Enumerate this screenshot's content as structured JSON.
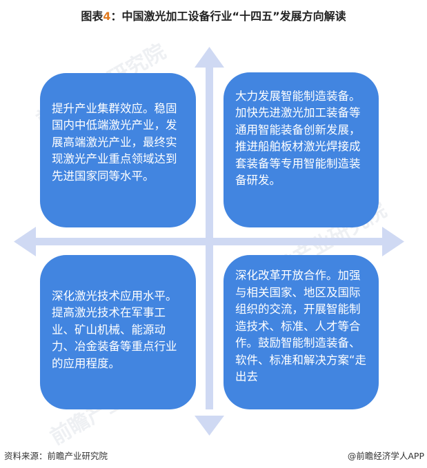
{
  "title": {
    "prefix": "图表",
    "number": "4",
    "text": "：中国激光加工设备行业“十四五”发展方向解读"
  },
  "colors": {
    "box_fill": "#4285e0",
    "arrow_fill": "#cfd9f3",
    "box_text": "#ffffff",
    "title_text": "#222222",
    "title_number": "#e07a1f"
  },
  "quadrants": {
    "top_left": "提升产业集群效应。稳固国内中低端激光产业，发展高端激光产业，最终实现激光产业重点领域达到先进国家同等水平。",
    "top_right": "大力发展智能制造装备。加快先进激光加工装备等通用智能装备创新发展，推进船舶板材激光焊接成套装备等专用智能制造装备研发。",
    "bottom_left": "深化激光技术应用水平。提高激光技术在军事工业、矿山机械、能源动力、冶金装备等重点行业的应用程度。",
    "bottom_right": "深化改革开放合作。加强与相关国家、地区及国际组织的交流，开展智能制造技术、标准、人才等合作。鼓励智能制造装备、软件、标准和解决方案“走出去"
  },
  "arrows": [
    "up",
    "down",
    "left",
    "right"
  ],
  "watermark": "前瞻产业研究院",
  "footer": {
    "source": "资料来源：前瞻产业研究院",
    "credit": "@前瞻经济学人APP"
  }
}
